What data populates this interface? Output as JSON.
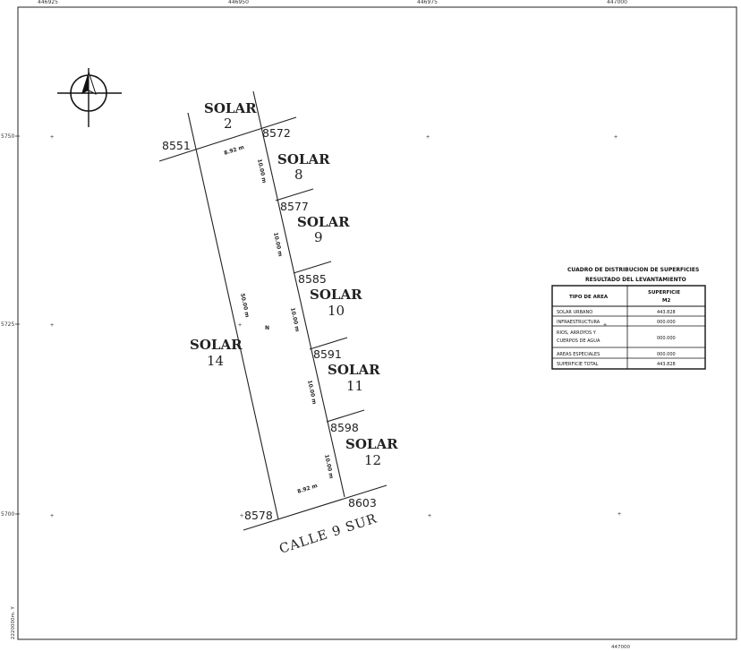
{
  "solars": [
    {
      "word": "SOLAR",
      "num": "2"
    },
    {
      "word": "SOLAR",
      "num": "8"
    },
    {
      "word": "SOLAR",
      "num": "9"
    },
    {
      "word": "SOLAR",
      "num": "10"
    },
    {
      "word": "SOLAR",
      "num": "11"
    },
    {
      "word": "SOLAR",
      "num": "12"
    },
    {
      "word": "SOLAR",
      "num": "14"
    }
  ],
  "vertices": [
    "8551",
    "8572",
    "8577",
    "8585",
    "8591",
    "8598",
    "8603",
    "8578"
  ],
  "dimensions": {
    "top_front": "8.92 m",
    "bottom_front": "8.92 m",
    "long_side": "50.00 m",
    "segments": [
      "10.00 m",
      "10.00 m",
      "10.00 m",
      "10.00 m",
      "10.00 m"
    ]
  },
  "north_label": "N",
  "street": "CALLE 9 SUR",
  "grid": {
    "top_ticks": [
      "446925",
      "446950",
      "446975",
      "447000"
    ],
    "left_ticks": [
      "5750",
      "5725",
      "5700"
    ],
    "bottom_note": "2220000m. Y",
    "bottom_right_note": "447000"
  },
  "table": {
    "title_line1": "CUADRO DE DISTRIBUCION DE SUPERFICIES",
    "title_line2": "RESULTADO DEL LEVANTAMIENTO",
    "header": {
      "col1": "TIPO DE AREA",
      "col2_line1": "SUPERFICIE",
      "col2_line2": "M2"
    },
    "rows": [
      {
        "label": "SOLAR URBANO",
        "value": "443.828"
      },
      {
        "label": "INFRAESTRUCTURA",
        "value": "000.000"
      },
      {
        "label": "RIOS, ARROYOS Y",
        "label2": "CUERPOS DE AGUA",
        "value": "000.000"
      },
      {
        "label": "AREAS ESPECIALES",
        "value": "000.000"
      },
      {
        "label": "SUPERFICIE TOTAL",
        "value": "443.828"
      }
    ]
  }
}
